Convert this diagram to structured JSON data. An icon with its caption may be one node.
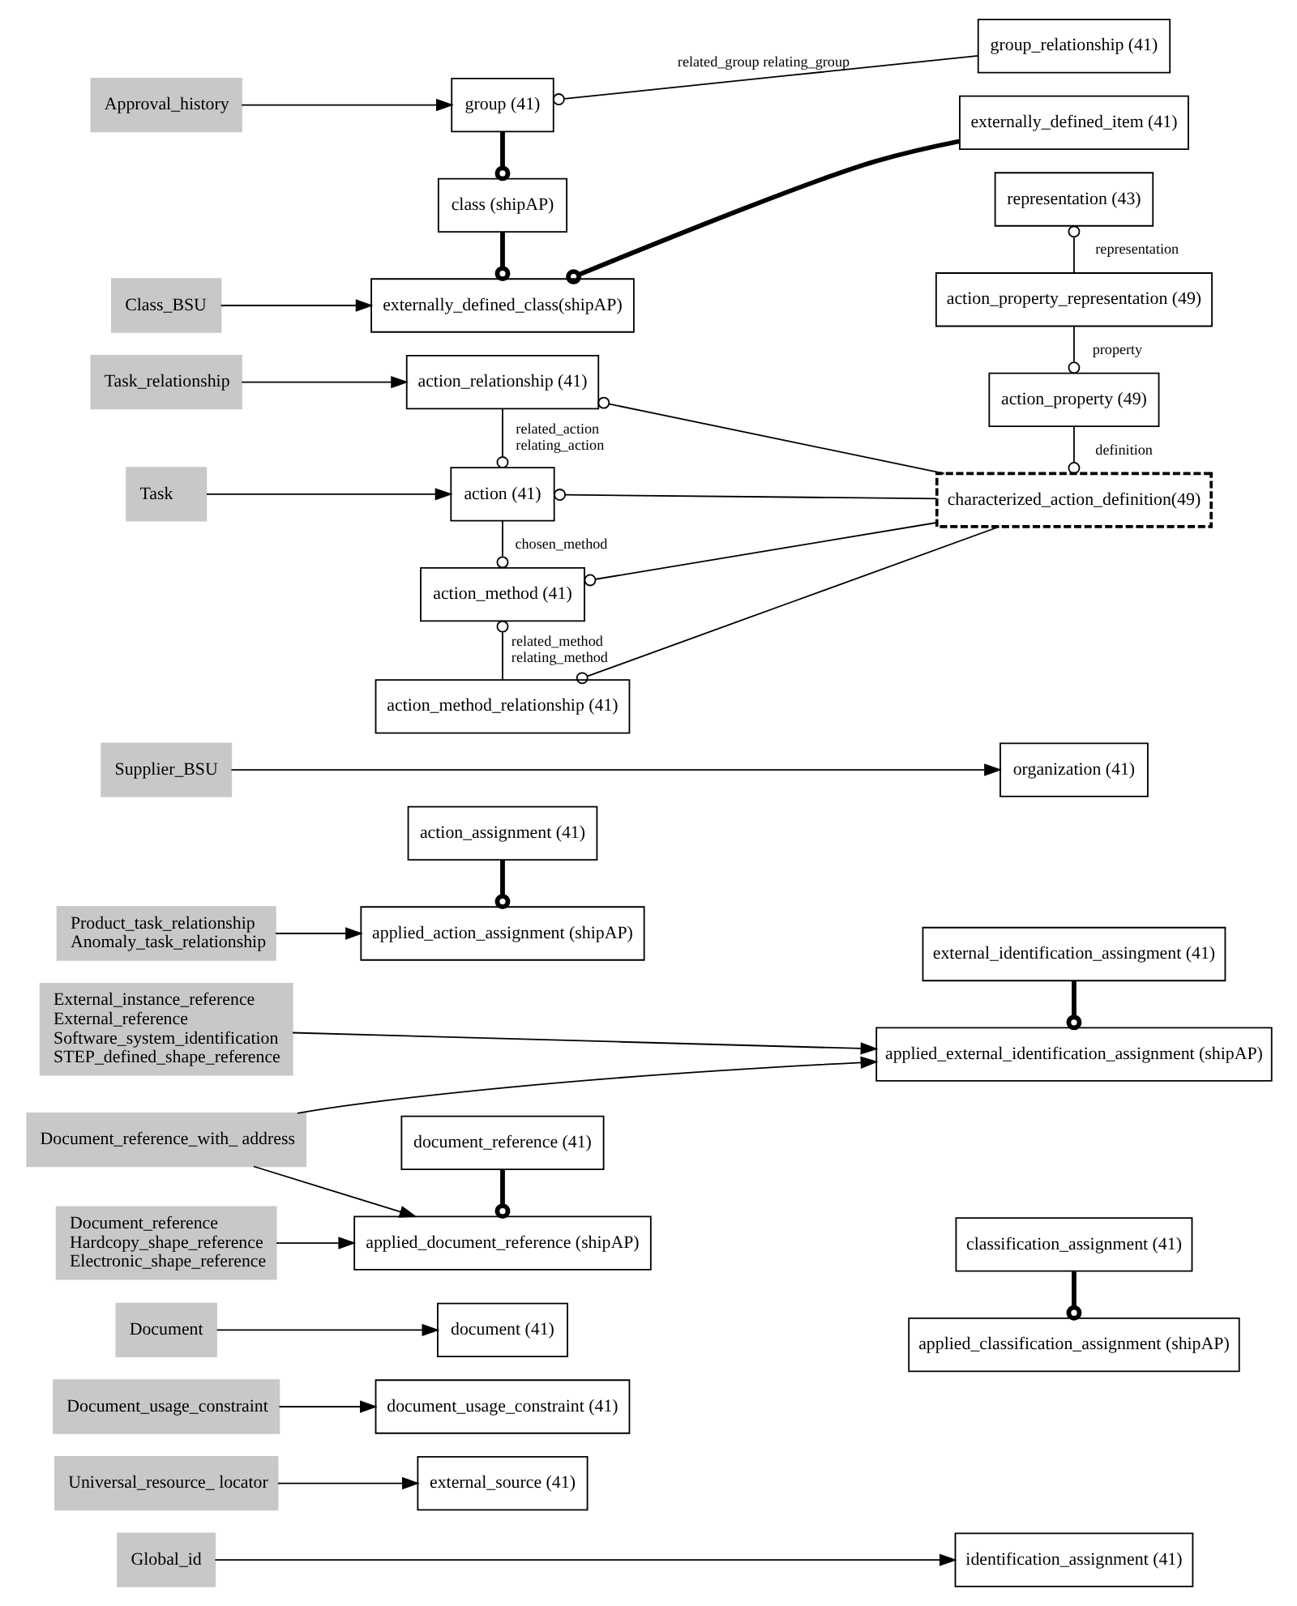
{
  "diagram": {
    "nodes": [
      {
        "text": [
          "Approval_history"
        ]
      },
      {
        "text": [
          "group (41)"
        ]
      },
      {
        "text": [
          "group_relationship (41)"
        ]
      },
      {
        "text": [
          "class (shipAP)"
        ]
      },
      {
        "text": [
          "externally_defined_item (41)"
        ]
      },
      {
        "text": [
          "Class_BSU"
        ]
      },
      {
        "text": [
          "externally_defined_class(shipAP)"
        ]
      },
      {
        "text": [
          "Task_relationship"
        ]
      },
      {
        "text": [
          "action_relationship (41)"
        ]
      },
      {
        "text": [
          "representation (43)"
        ]
      },
      {
        "text": [
          "Task"
        ]
      },
      {
        "text": [
          "action (41)"
        ]
      },
      {
        "text": [
          "action_property_representation (49)"
        ]
      },
      {
        "text": [
          "action_method (41)"
        ]
      },
      {
        "text": [
          "action_property (49)"
        ]
      },
      {
        "text": [
          "action_method_relationship (41)"
        ]
      },
      {
        "text": [
          "characterized_action_definition(49)"
        ]
      },
      {
        "text": [
          "Supplier_BSU"
        ]
      },
      {
        "text": [
          "action_assignment (41)"
        ]
      },
      {
        "text": [
          "organization (41)"
        ]
      },
      {
        "text": [
          "Product_task_relationship",
          "Anomaly_task_relationship"
        ]
      },
      {
        "text": [
          "applied_action_assignment (shipAP)"
        ]
      },
      {
        "text": [
          "Document_reference_with_ address"
        ]
      },
      {
        "text": [
          "Document"
        ]
      },
      {
        "text": [
          "document (41)"
        ]
      },
      {
        "text": [
          "external_identification_assingment (41)"
        ]
      },
      {
        "text": [
          "Document_usage_constraint"
        ]
      },
      {
        "text": [
          "document_usage_constraint (41)"
        ]
      },
      {
        "text": [
          "applied_external_identification_assignment (shipAP)"
        ]
      },
      {
        "text": [
          "External_instance_reference",
          "External_reference",
          "Software_system_identification",
          "STEP_defined_shape_reference"
        ]
      },
      {
        "text": [
          "document_reference (41)"
        ]
      },
      {
        "text": [
          "classification_assignment (41)"
        ]
      },
      {
        "text": [
          "Document_reference",
          "Hardcopy_shape_reference",
          "Electronic_shape_reference"
        ]
      },
      {
        "text": [
          "applied_document_reference (shipAP)"
        ]
      },
      {
        "text": [
          "applied_classification_assignment (shipAP)"
        ]
      },
      {
        "text": [
          "Universal_resource_ locator"
        ]
      },
      {
        "text": [
          "external_source (41)"
        ]
      },
      {
        "text": [
          "identification_assignment (41)"
        ]
      },
      {
        "text": [
          "Global_id"
        ]
      }
    ],
    "edges": [
      {
        "from": 0,
        "to": 1,
        "arrow": "to"
      },
      {
        "from": 2,
        "to": 1,
        "arrow": "other",
        "label": "related_group relating_group"
      },
      {
        "from": 1,
        "to": 3,
        "arrow": "other",
        "style": "thick"
      },
      {
        "from": 3,
        "to": 6,
        "arrow": "other",
        "style": "thick"
      },
      {
        "from": 4,
        "to": 6,
        "arrow": "other",
        "style": "thick"
      },
      {
        "from": 5,
        "to": 6,
        "arrow": "to"
      },
      {
        "from": 7,
        "to": 8,
        "arrow": "to"
      },
      {
        "from": 8,
        "to": 11,
        "arrow": "other",
        "label": "related_action relating_action"
      },
      {
        "from": 12,
        "to": 9,
        "arrow": "other",
        "label": "representation"
      },
      {
        "from": 10,
        "to": 11,
        "arrow": "to"
      },
      {
        "from": 11,
        "to": 13,
        "arrow": "other",
        "label": "chosen_method"
      },
      {
        "from": 12,
        "to": 14,
        "arrow": "other",
        "label": "property"
      },
      {
        "from": 15,
        "to": 13,
        "arrow": "other",
        "label": "related_method relating_method"
      },
      {
        "from": 14,
        "to": 16,
        "arrow": "other",
        "label": "definition"
      },
      {
        "from": 16,
        "to": 8,
        "arrow": "other"
      },
      {
        "from": 16,
        "to": 11,
        "arrow": "other"
      },
      {
        "from": 16,
        "to": 13,
        "arrow": "other"
      },
      {
        "from": 16,
        "to": 15,
        "arrow": "other"
      },
      {
        "from": 17,
        "to": 19,
        "arrow": "to"
      },
      {
        "from": 18,
        "to": 21,
        "arrow": "other",
        "style": "thick"
      },
      {
        "from": 20,
        "to": 21,
        "arrow": "to"
      },
      {
        "from": 22,
        "to": 28,
        "arrow": "to"
      },
      {
        "from": 22,
        "to": 33,
        "arrow": "to"
      },
      {
        "from": 23,
        "to": 24,
        "arrow": "to"
      },
      {
        "from": 25,
        "to": 28,
        "arrow": "other",
        "style": "thick"
      },
      {
        "from": 26,
        "to": 27,
        "arrow": "to"
      },
      {
        "from": 29,
        "to": 28,
        "arrow": "to"
      },
      {
        "from": 30,
        "to": 33,
        "arrow": "other",
        "style": "thick"
      },
      {
        "from": 31,
        "to": 34,
        "arrow": "other",
        "style": "thick"
      },
      {
        "from": 32,
        "to": 33,
        "arrow": "to"
      },
      {
        "from": 35,
        "to": 36,
        "arrow": "to"
      },
      {
        "from": 38,
        "to": 37,
        "arrow": "to"
      }
    ]
  }
}
